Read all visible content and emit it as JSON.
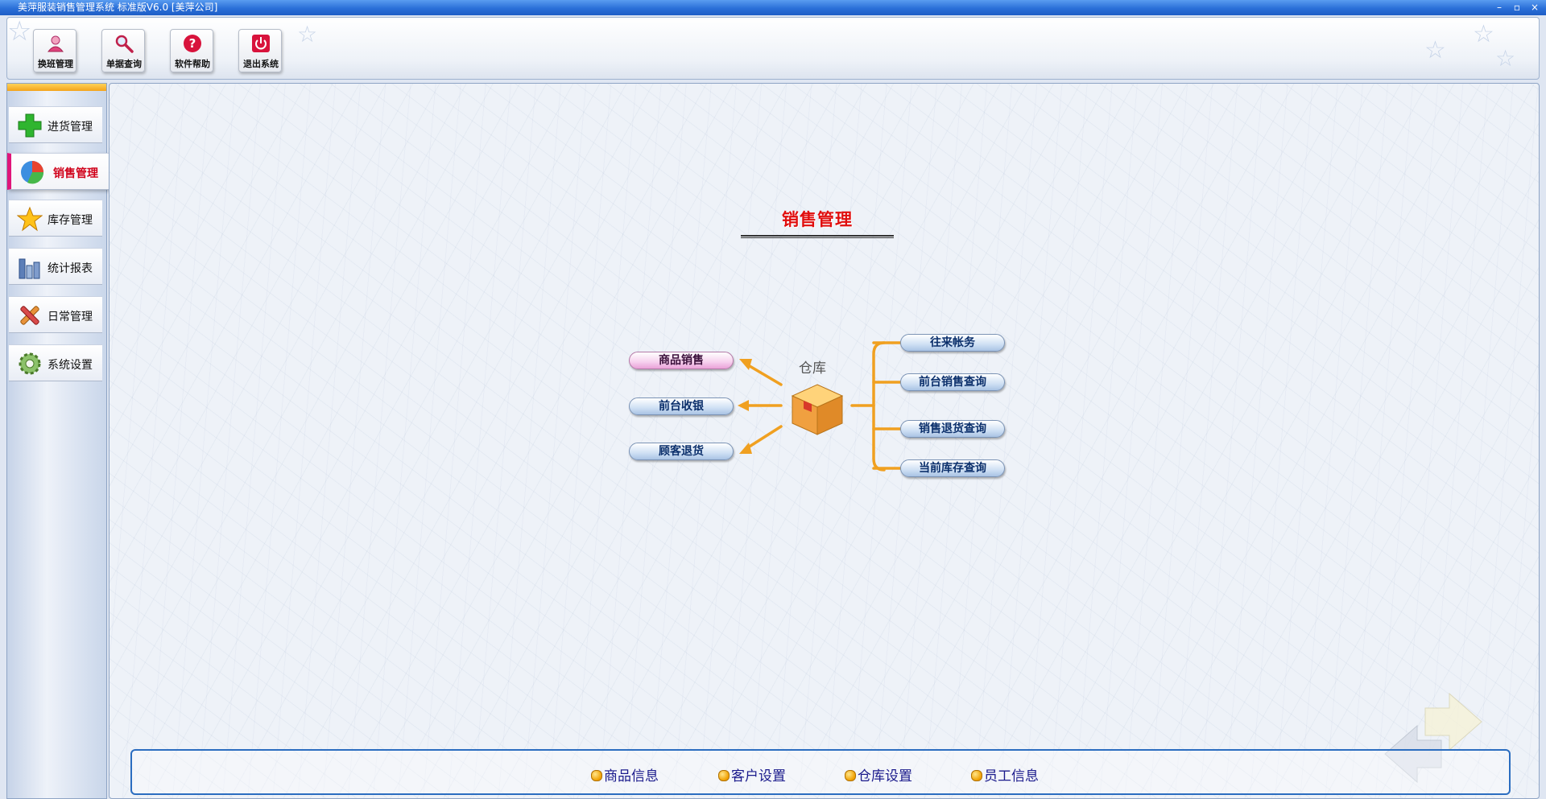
{
  "window": {
    "title": "美萍服装销售管理系统 标准版V6.0 [美萍公司]",
    "controls": [
      "–",
      "▫",
      "×"
    ]
  },
  "toolbar": {
    "buttons": [
      {
        "label": "换班管理",
        "icon": "user-switch-icon"
      },
      {
        "label": "单据查询",
        "icon": "magnifier-icon"
      },
      {
        "label": "软件帮助",
        "icon": "help-icon"
      },
      {
        "label": "退出系统",
        "icon": "power-icon"
      }
    ]
  },
  "sidebar": {
    "items": [
      {
        "label": "进货管理",
        "icon": "plus-icon"
      },
      {
        "label": "销售管理",
        "icon": "pie-icon",
        "active": true
      },
      {
        "label": "库存管理",
        "icon": "star-icon"
      },
      {
        "label": "统计报表",
        "icon": "bar-chart-icon"
      },
      {
        "label": "日常管理",
        "icon": "tools-icon"
      },
      {
        "label": "系统设置",
        "icon": "gear-icon"
      }
    ]
  },
  "main": {
    "title": "销售管理",
    "center_label": "仓库",
    "left_actions": [
      "商品销售",
      "前台收银",
      "顾客退货"
    ],
    "right_actions": [
      "往来帐务",
      "前台销售查询",
      "销售退货查询",
      "当前库存查询"
    ]
  },
  "bottom": {
    "links": [
      "商品信息",
      "客户设置",
      "仓库设置",
      "员工信息"
    ]
  },
  "colors": {
    "accent": "#e00d0d",
    "titlebar": "#2a6fd8",
    "arrow": "#f0a020",
    "active_marker": "#e0157a"
  }
}
